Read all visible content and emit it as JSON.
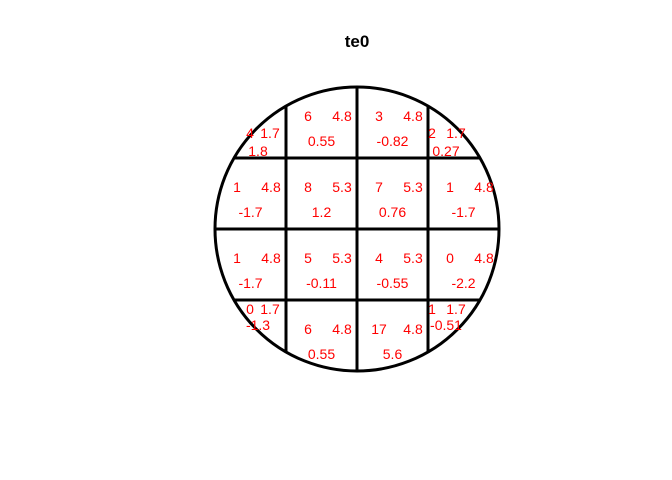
{
  "title": "te0",
  "colors": {
    "outline": "#000000",
    "text": "#ff0000"
  },
  "grid": {
    "rows": 4,
    "cols": 4,
    "cells": [
      [
        {
          "count": "4",
          "expected": "1.7",
          "residual": "1.8"
        },
        {
          "count": "6",
          "expected": "4.8",
          "residual": "0.55"
        },
        {
          "count": "3",
          "expected": "4.8",
          "residual": "-0.82"
        },
        {
          "count": "2",
          "expected": "1.7",
          "residual": "0.27"
        }
      ],
      [
        {
          "count": "1",
          "expected": "4.8",
          "residual": "-1.7"
        },
        {
          "count": "8",
          "expected": "5.3",
          "residual": "1.2"
        },
        {
          "count": "7",
          "expected": "5.3",
          "residual": "0.76"
        },
        {
          "count": "1",
          "expected": "4.8",
          "residual": "-1.7"
        }
      ],
      [
        {
          "count": "1",
          "expected": "4.8",
          "residual": "-1.7"
        },
        {
          "count": "5",
          "expected": "5.3",
          "residual": "-0.11"
        },
        {
          "count": "4",
          "expected": "5.3",
          "residual": "-0.55"
        },
        {
          "count": "0",
          "expected": "4.8",
          "residual": "-2.2"
        }
      ],
      [
        {
          "count": "0",
          "expected": "1.7",
          "residual": "-1.3"
        },
        {
          "count": "6",
          "expected": "4.8",
          "residual": "0.55"
        },
        {
          "count": "17",
          "expected": "4.8",
          "residual": "5.6"
        },
        {
          "count": "1",
          "expected": "1.7",
          "residual": "-0.51"
        }
      ]
    ]
  }
}
